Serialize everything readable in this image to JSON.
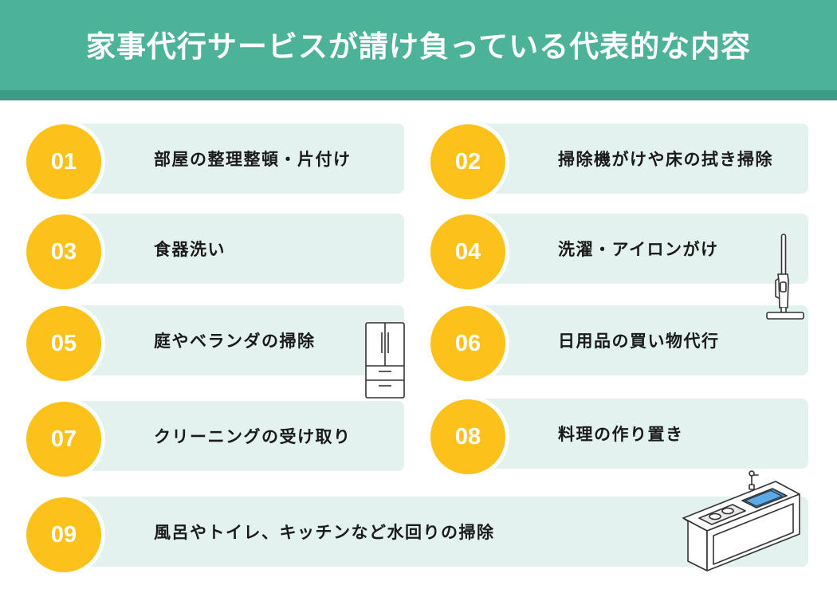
{
  "header": {
    "title": "家事代行サービスが請け負っている代表的な内容"
  },
  "items": [
    {
      "number": "01",
      "label": "部屋の整理整頓・片付け"
    },
    {
      "number": "02",
      "label": "掃除機がけや床の拭き掃除"
    },
    {
      "number": "03",
      "label": "食器洗い"
    },
    {
      "number": "04",
      "label": "洗濯・アイロンがけ"
    },
    {
      "number": "05",
      "label": "庭やベランダの掃除"
    },
    {
      "number": "06",
      "label": "日用品の買い物代行"
    },
    {
      "number": "07",
      "label": "クリーニングの受け取り"
    },
    {
      "number": "08",
      "label": "料理の作り置き"
    },
    {
      "number": "09",
      "label": "風呂やトイレ、キッチンなど水回りの掃除"
    }
  ],
  "colors": {
    "header": "#4db398",
    "header_strip": "#3a9d84",
    "card": "#e3f2ee",
    "number_badge": "#fcc21b",
    "sink_water": "#3b8fd6"
  },
  "illustrations": [
    "stick-vacuum-icon",
    "refrigerator-icon",
    "kitchen-counter-icon"
  ]
}
